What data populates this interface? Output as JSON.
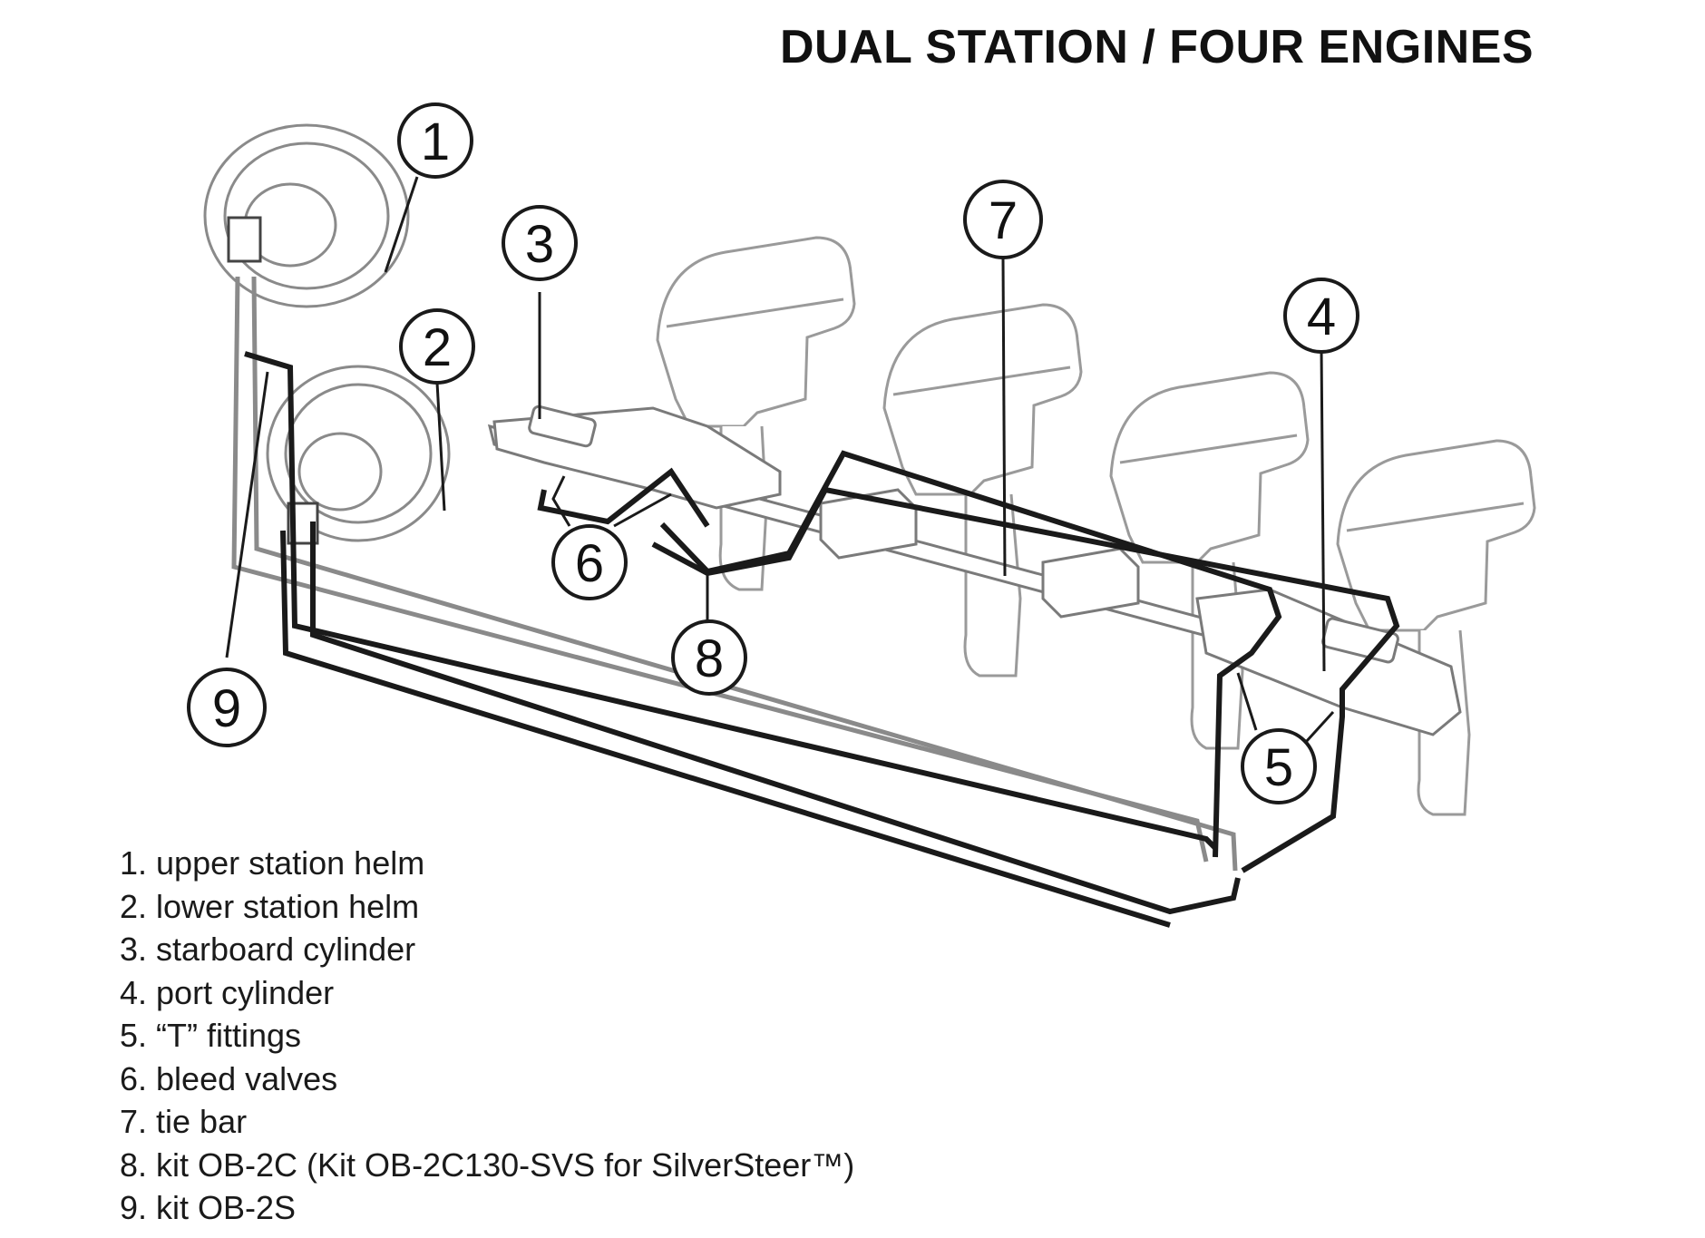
{
  "title": "DUAL STATION / FOUR ENGINES",
  "callouts": [
    "1",
    "2",
    "3",
    "4",
    "5",
    "6",
    "7",
    "8",
    "9"
  ],
  "legend": [
    "1. upper station helm",
    "2. lower station helm",
    "3. starboard cylinder",
    "4. port cylinder",
    "5. “T” fittings",
    "6. bleed valves",
    "7. tie bar",
    "8. kit OB-2C (Kit OB-2C130-SVS for SilverSteer™)",
    "9. kit OB-2S"
  ],
  "colors": {
    "line": "#1a1a1a",
    "outline": "#8a8a8a",
    "background": "#ffffff"
  }
}
